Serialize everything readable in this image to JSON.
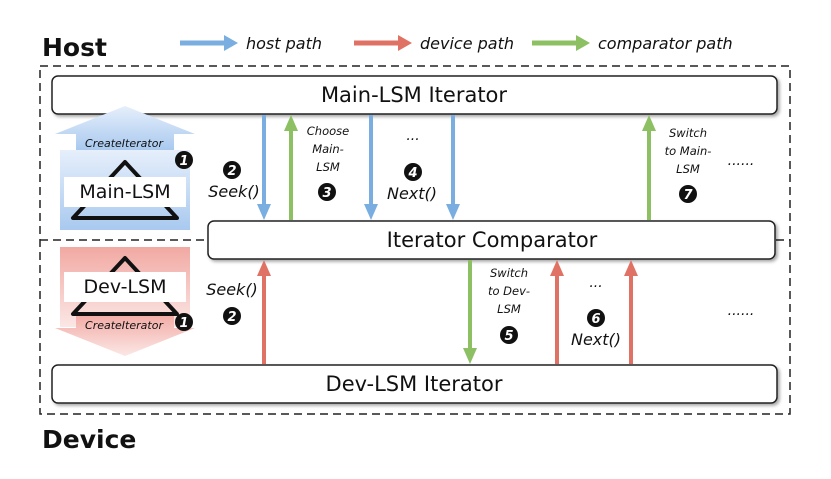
{
  "labels": {
    "host": "Host",
    "device": "Device"
  },
  "legend": {
    "host_path": "host path",
    "device_path": "device path",
    "comparator_path": "comparator path"
  },
  "boxes": {
    "main_iterator": "Main-LSM Iterator",
    "comparator": "Iterator Comparator",
    "dev_iterator": "Dev-LSM Iterator"
  },
  "lsm": {
    "main_name": "Main-LSM",
    "main_create": "CreateIterator",
    "dev_name": "Dev-LSM",
    "dev_create": "CreateIterator"
  },
  "annotations": {
    "seek_top": "Seek()",
    "seek_bottom": "Seek()",
    "choose_main_1": "Choose",
    "choose_main_2": "Main-",
    "choose_main_3": "LSM",
    "next_top": "Next()",
    "next_bottom": "Next()",
    "ellipsis_top": "...",
    "ellipsis_bottom": "...",
    "switch_main_1": "Switch",
    "switch_main_2": "to Main-",
    "switch_main_3": "LSM",
    "switch_dev_1": "Switch",
    "switch_dev_2": "to Dev-",
    "switch_dev_3": "LSM",
    "dots_top": "......",
    "dots_bottom": "......"
  },
  "steps": {
    "s1_main": "1",
    "s1_dev": "1",
    "s2_top": "2",
    "s2_bottom": "2",
    "s3": "3",
    "s4": "4",
    "s5": "5",
    "s6": "6",
    "s7": "7"
  },
  "colors": {
    "host_path": "#7aaee0",
    "device_path": "#e07265",
    "comparator_path": "#8cc063"
  }
}
